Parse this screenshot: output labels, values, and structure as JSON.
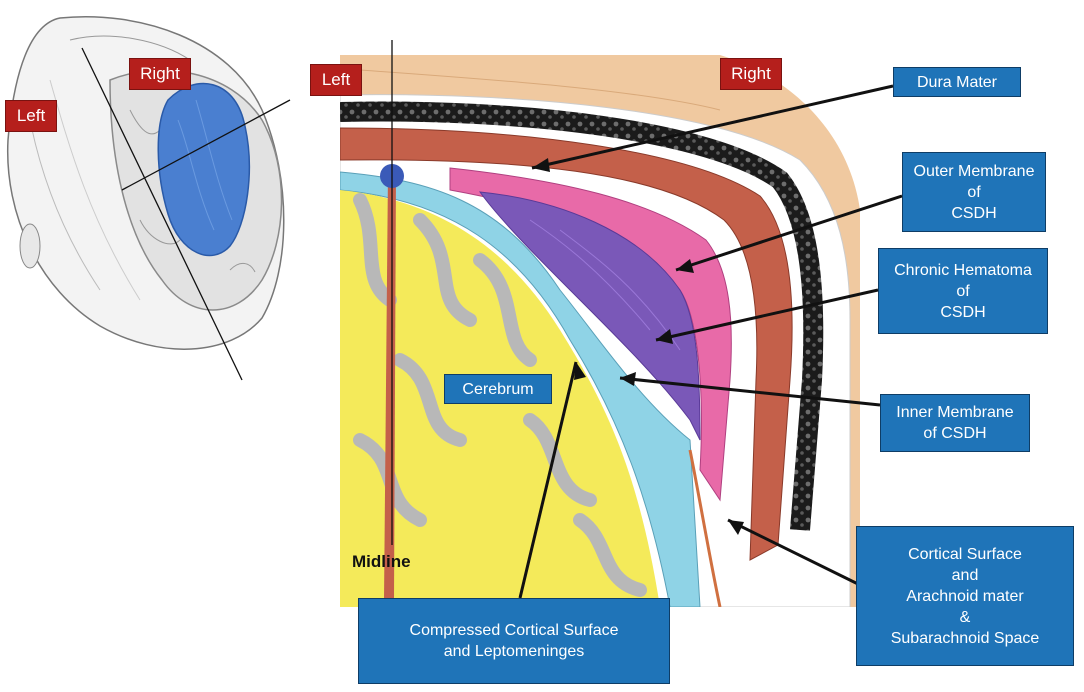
{
  "labels": {
    "head_left": "Left",
    "head_right": "Right",
    "section_left": "Left",
    "section_right": "Right",
    "midline": "Midline",
    "cerebrum": "Cerebrum",
    "dura_mater": "Dura Mater",
    "outer_membrane": "Outer Membrane\nof\nCSDH",
    "chronic_hematoma": "Chronic Hematoma\nof\nCSDH",
    "inner_membrane": "Inner Membrane\nof CSDH",
    "cortical_surface": "Cortical Surface\nand\nArachnoid mater\n&\nSubarachnoid  Space",
    "compressed_cortical": "Compressed Cortical  Surface\nand Leptomeninges"
  },
  "colors": {
    "side_tag": "#b51f1c",
    "structure_tag": "#1f74b8",
    "hematoma": "#4a7fd0",
    "dura": "#c4604a",
    "scalp": "#f0c9a0",
    "brain": "#f4ea5a",
    "csf": "#8fd3e6",
    "membrane": "#e86aa8"
  }
}
